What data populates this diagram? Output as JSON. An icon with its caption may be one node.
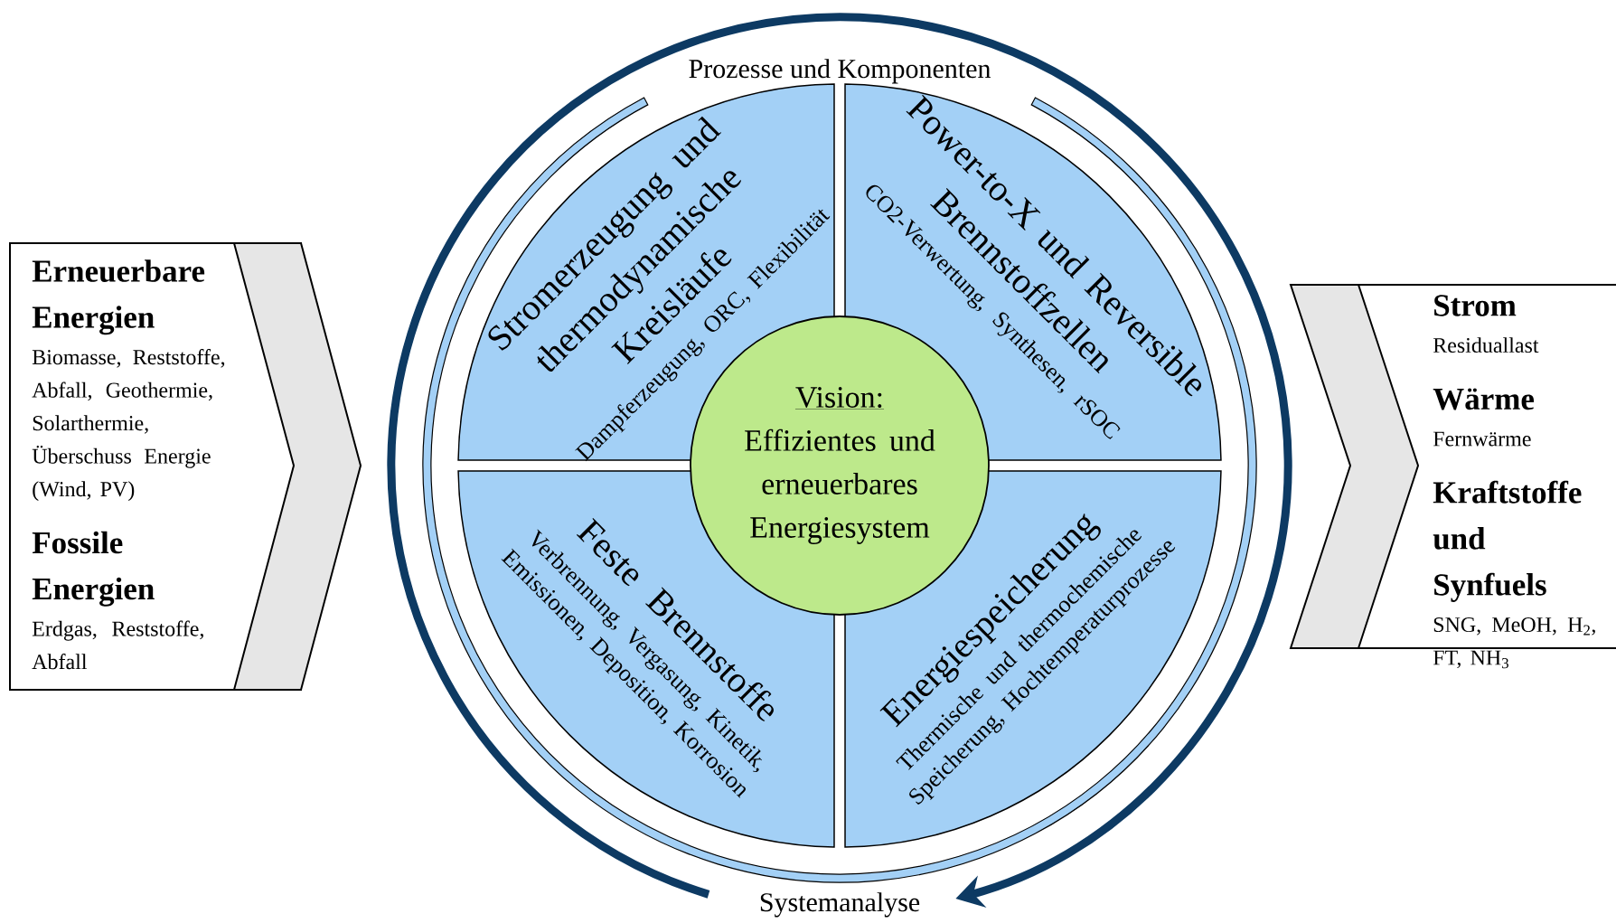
{
  "diagram": {
    "nodes": [
      {
        "text": [
          "Erneuerbare Energien",
          "Biomasse, Reststoffe, Abfall, Geothermie, Solarthermie, Überschuss Energie (Wind, PV)",
          "Fossile Energien",
          "Erdgas, Reststoffe, Abfall"
        ]
      },
      {
        "text": [
          "Stromerzeugung und thermodynamische Kreisläufe",
          "Dampferzeugung, ORC, Flexibilität"
        ]
      },
      {
        "text": [
          "Power-to-X und Reversible Brennstoffzellen",
          "CO2-Verwertung, Synthesen, rSOC"
        ]
      },
      {
        "text": [
          "Feste Brennstoffe",
          "Verbrennung, Vergasung, Kinetik, Emissionen, Deposition, Korrosion"
        ]
      },
      {
        "text": [
          "Energiespeicherung",
          "Thermische und thermochemische Speicherung, Hochtemperaturprozesse"
        ]
      },
      {
        "text": [
          "Vision:",
          "Effizientes und erneuerbares Energiesystem"
        ]
      },
      {
        "text": [
          "Strom",
          "Residuallast",
          "Wärme",
          "Fernwärme",
          "Kraftstoffe und Synfuels",
          "SNG, MeOH, H$_{2}$, FT, NH$_{3}$"
        ]
      }
    ],
    "labels": [
      "Prozesse und Komponenten",
      "Systemanalyse"
    ]
  }
}
